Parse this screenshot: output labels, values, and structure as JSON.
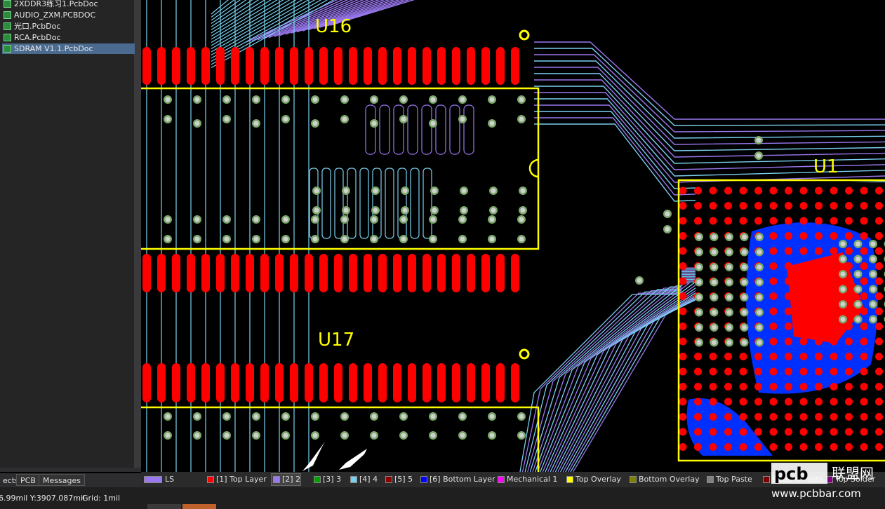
{
  "files": [
    {
      "name": "2XDDR3练习1.PcbDoc",
      "selected": false
    },
    {
      "name": "AUDIO_ZXM.PCBDOC",
      "selected": false
    },
    {
      "name": "光口.PcbDoc",
      "selected": false
    },
    {
      "name": "RCA.PcbDoc",
      "selected": false
    },
    {
      "name": "SDRAM V1.1.PcbDoc",
      "selected": true
    }
  ],
  "panel_tabs": [
    "ects",
    "PCB",
    "Messages"
  ],
  "designators": {
    "u16": "U16",
    "u17": "U17",
    "u1": "U1"
  },
  "layers": [
    {
      "label": "LS",
      "color": "#9b78f0"
    },
    {
      "label": "[1] Top Layer",
      "color": "#ff0000"
    },
    {
      "label": "[2] 2",
      "color": "#9b78f0",
      "active": true
    },
    {
      "label": "[3] 3",
      "color": "#00a000"
    },
    {
      "label": "[4] 4",
      "color": "#7ad0f0"
    },
    {
      "label": "[5] 5",
      "color": "#8b0000"
    },
    {
      "label": "[6] Bottom Layer",
      "color": "#0000ff"
    },
    {
      "label": "Mechanical 1",
      "color": "#ff00ff"
    },
    {
      "label": "Top Overlay",
      "color": "#ffff00"
    },
    {
      "label": "Bottom Overlay",
      "color": "#808000"
    },
    {
      "label": "Top Paste",
      "color": "#808080"
    },
    {
      "label": "Bottom Paste",
      "color": "#800000"
    },
    {
      "label": "Top Solder",
      "color": "#800080"
    }
  ],
  "status": {
    "coords": "6.99mil Y:3907.087mil",
    "grid": "Grid: 1mil"
  },
  "watermark": {
    "logo": "pcb",
    "cn": "联盟网",
    "url": "www.pcbbar.com"
  },
  "colors": {
    "pad": "#ff0000",
    "silk": "#ffff00",
    "trace_inner2": "#9b78f0",
    "trace_inner4": "#7ad0f0",
    "bottom_pour": "#0030ff"
  }
}
